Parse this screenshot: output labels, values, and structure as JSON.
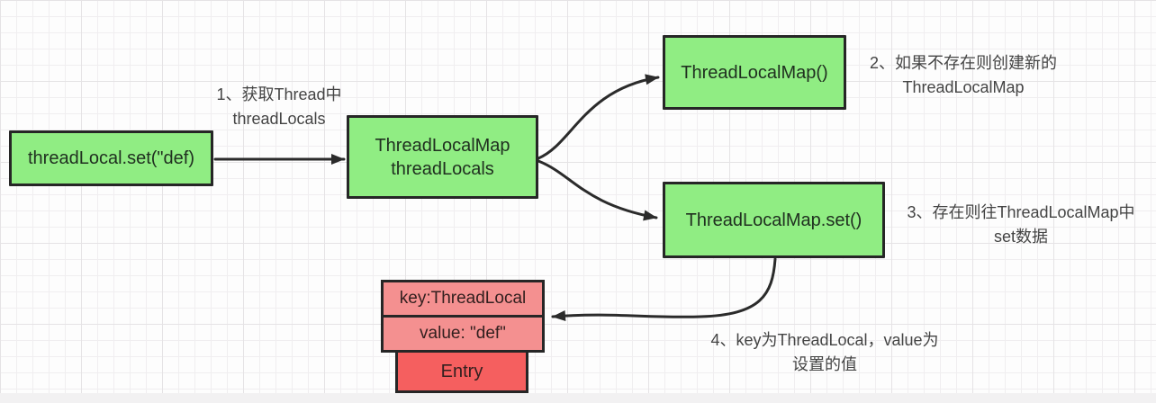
{
  "colors": {
    "node_green": "#90ed83",
    "entry_light_red": "#f49090",
    "entry_red": "#f55f5f",
    "box_border": "#262626",
    "arrow": "#2b2b2b",
    "annotation_text": "#444444"
  },
  "nodes": {
    "start": {
      "label": "threadLocal.set(\"def)"
    },
    "map": {
      "line1": "ThreadLocalMap",
      "line2": "threadLocals"
    },
    "create": {
      "label": "ThreadLocalMap()"
    },
    "set": {
      "label": "ThreadLocalMap.set()"
    }
  },
  "entry": {
    "key": "key:ThreadLocal",
    "value": "value: \"def\"",
    "label": "Entry"
  },
  "annotations": {
    "a1": {
      "line1": "1、获取Thread中",
      "line2": "threadLocals"
    },
    "a2": {
      "line1": "2、如果不存在则创建新的",
      "line2": "ThreadLocalMap"
    },
    "a3": {
      "line1": "3、存在则往ThreadLocalMap中",
      "line2": "set数据"
    },
    "a4": {
      "line1": "4、key为ThreadLocal，value为",
      "line2": "设置的值"
    }
  },
  "icons": {
    "arrowhead": "filled-triangle"
  }
}
